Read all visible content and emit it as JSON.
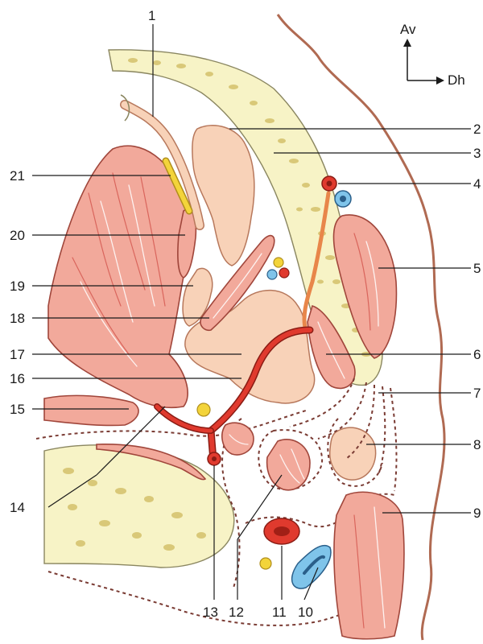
{
  "orientation": {
    "up_label": "Av",
    "right_label": "Dh"
  },
  "labels": {
    "l1": "1",
    "l2": "2",
    "l3": "3",
    "l4": "4",
    "l5": "5",
    "l6": "6",
    "l7": "7",
    "l8": "8",
    "l9": "9",
    "l10": "10",
    "l11": "11",
    "l12": "12",
    "l13": "13",
    "l14": "14",
    "l15": "15",
    "l16": "16",
    "l17": "17",
    "l18": "18",
    "l19": "19",
    "l20": "20",
    "l21": "21"
  },
  "colors": {
    "muscle": "#f2a99b",
    "bone": "#f7f3c6",
    "gland": "#f8d2b8",
    "artery": "#e03a2e",
    "vein": "#7fc4ea",
    "nerve": "#f3d43a",
    "skin": "#b06a52"
  }
}
